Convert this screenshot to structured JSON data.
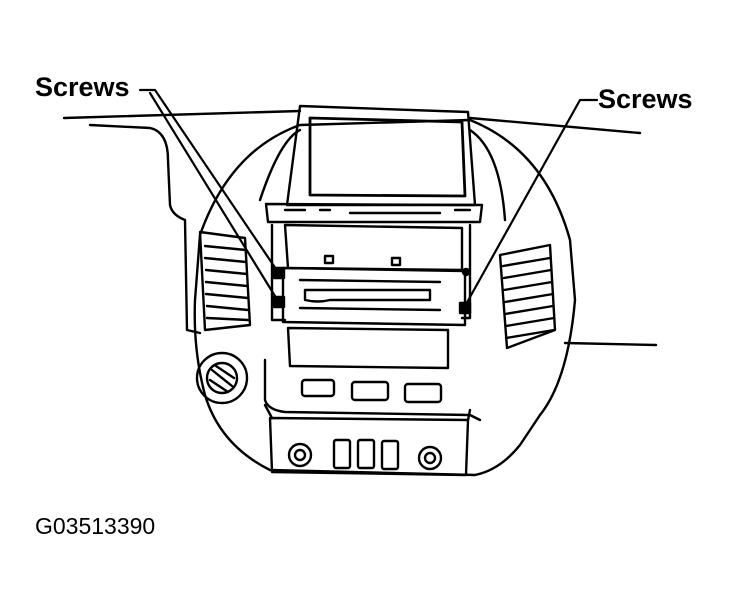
{
  "labels": {
    "screws_left": "Screws",
    "screws_right": "Screws",
    "figure_code": "G03513390"
  },
  "colors": {
    "line": "#000000",
    "background": "#ffffff"
  }
}
